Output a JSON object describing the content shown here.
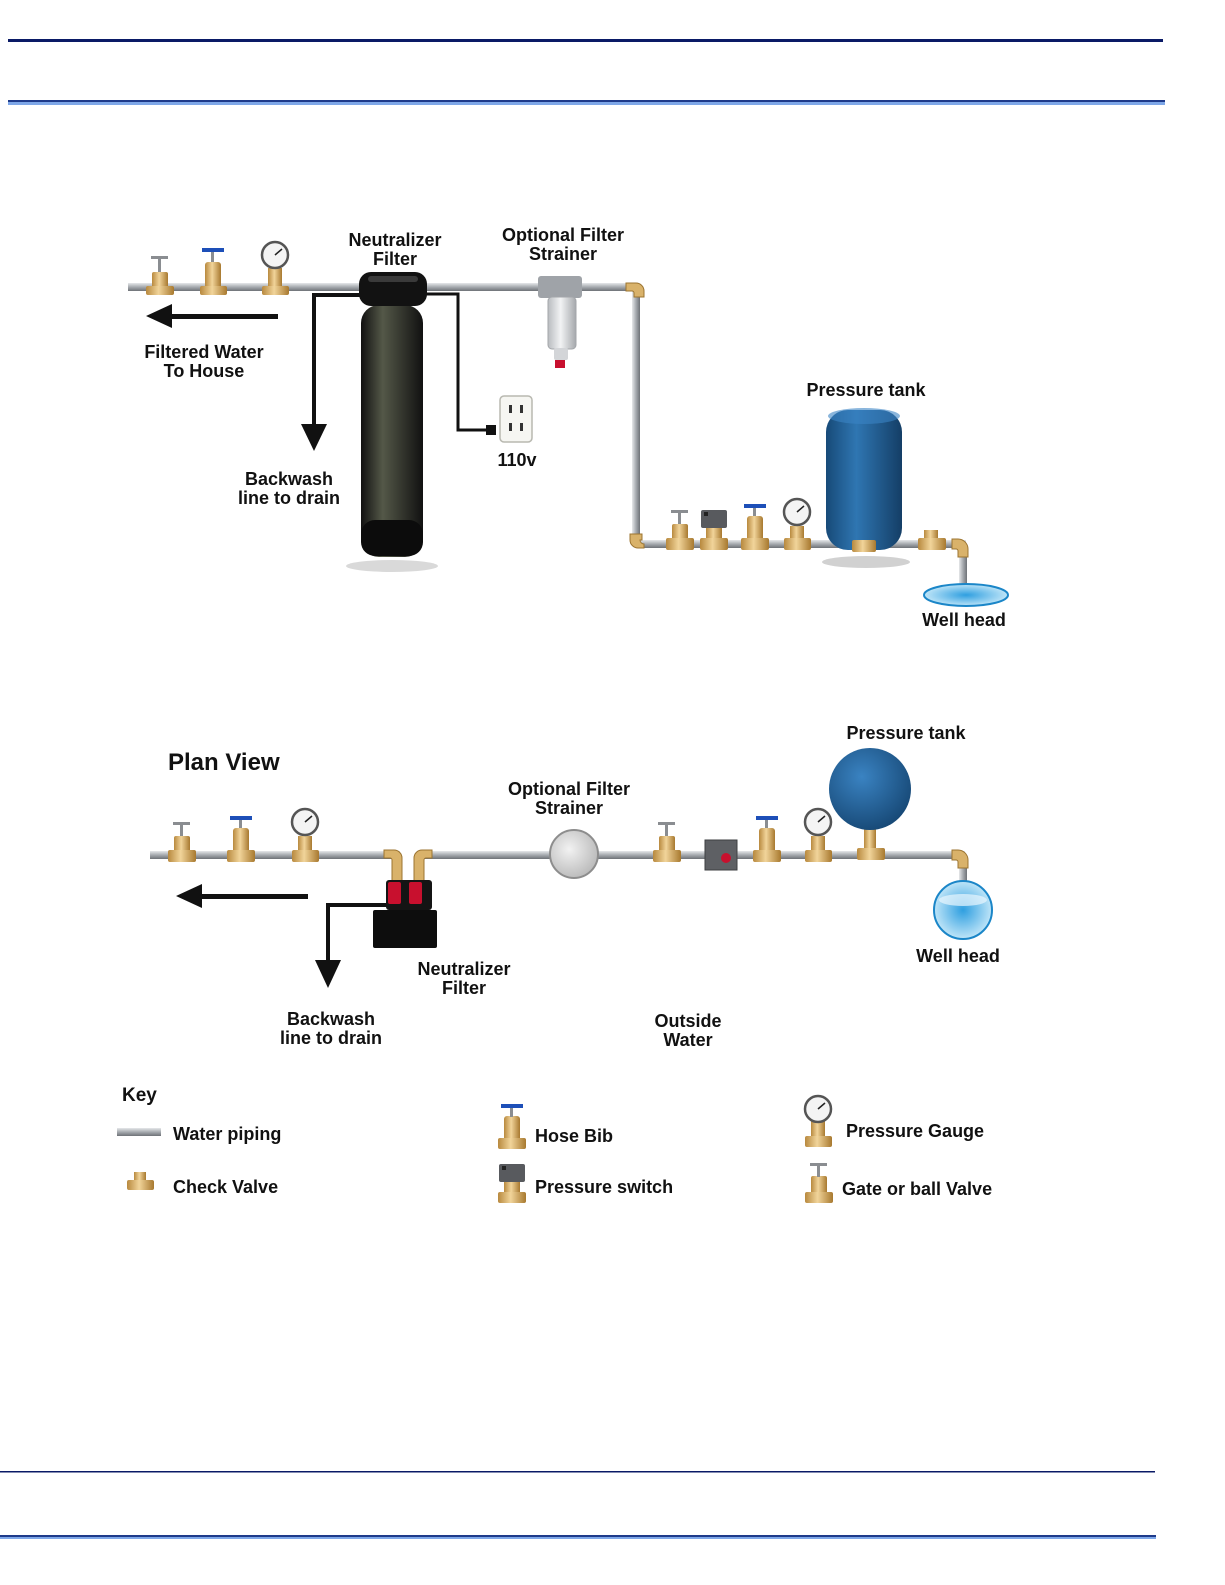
{
  "elevation_view": {
    "neutralizer_label": [
      "Neutralizer",
      "Filter"
    ],
    "strainer_label": [
      "Optional Filter",
      "Strainer"
    ],
    "filtered_water_label": [
      "Filtered Water",
      "To House"
    ],
    "backwash_label": [
      "Backwash",
      "line to drain"
    ],
    "outlet_label": "110v",
    "pressure_tank_label": "Pressure tank",
    "well_head_label": "Well head"
  },
  "plan_view": {
    "title": "Plan View",
    "pressure_tank_label": "Pressure tank",
    "strainer_label": [
      "Optional Filter",
      "Strainer"
    ],
    "neutralizer_label": [
      "Neutralizer",
      "Filter"
    ],
    "backwash_label": [
      "Backwash",
      "line to drain"
    ],
    "outside_water_label": [
      "Outside",
      "Water"
    ],
    "well_head_label": "Well head"
  },
  "key": {
    "title": "Key",
    "water_piping": "Water piping",
    "check_valve": "Check Valve",
    "hose_bib": "Hose Bib",
    "pressure_switch": "Pressure switch",
    "pressure_gauge": "Pressure Gauge",
    "gate_valve": "Gate or ball Valve"
  },
  "colors": {
    "header_rule": "#0a1a66",
    "accent_rule": "#3b6fd6",
    "pipe": "#a9adb2",
    "brass": "#d9b26a",
    "tank_blue": "#1f5f98",
    "neutralizer_black": "#1b1b1b",
    "valve_red": "#c8102e",
    "water_blue": "#4fb6ea"
  }
}
